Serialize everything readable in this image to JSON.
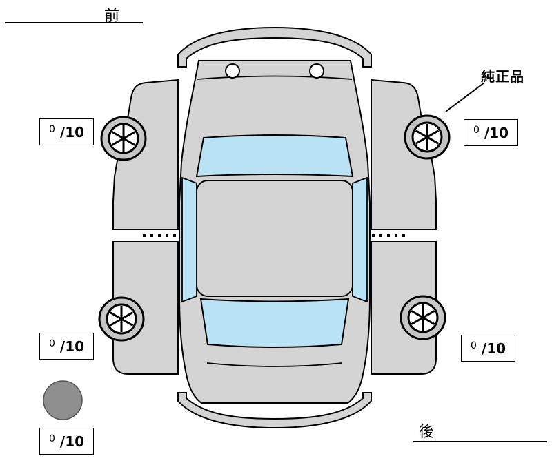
{
  "labels": {
    "front": "前",
    "rear": "後",
    "genuine_parts": "純正品"
  },
  "scores": {
    "front_left": {
      "value": "0",
      "max": "/10"
    },
    "front_right": {
      "value": "0",
      "max": "/10"
    },
    "rear_left": {
      "value": "0",
      "max": "/10"
    },
    "rear_right": {
      "value": "0",
      "max": "/10"
    },
    "spare": {
      "value": "0",
      "max": "/10"
    }
  },
  "colors": {
    "car_body": "#d4d4d4",
    "glass": "#b9e2f4",
    "outline": "#000000",
    "wheel_tire": "#c6c6c6",
    "wheel_hub": "#ffffff",
    "spare_tire": "#8f8f8f",
    "background": "#ffffff"
  }
}
